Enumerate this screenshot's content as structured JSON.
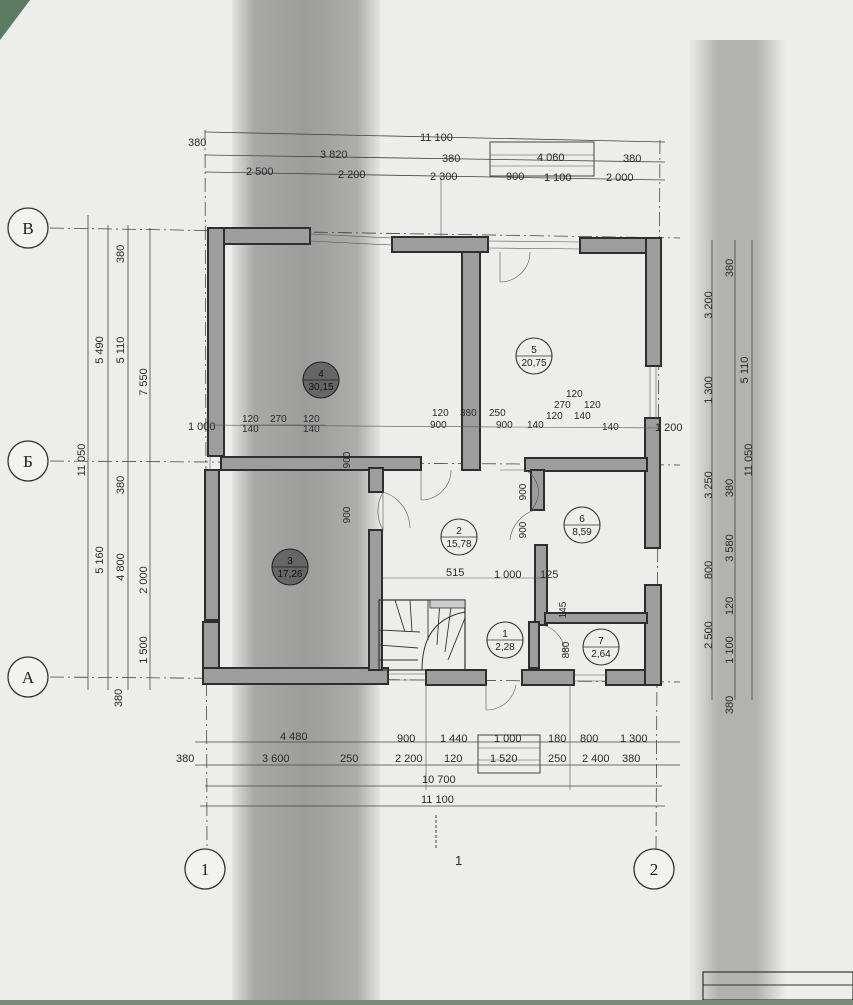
{
  "axes": {
    "rows": [
      "В",
      "Б",
      "А"
    ],
    "cols": [
      "1",
      "2"
    ]
  },
  "section_mark": "1",
  "rooms": [
    {
      "num": "1",
      "area": "2,28"
    },
    {
      "num": "2",
      "area": "15,78"
    },
    {
      "num": "3",
      "area": "17,26"
    },
    {
      "num": "4",
      "area": "30,15"
    },
    {
      "num": "5",
      "area": "20,75"
    },
    {
      "num": "6",
      "area": "8,59"
    },
    {
      "num": "7",
      "area": "2,64"
    }
  ],
  "top_dims": {
    "row1": [
      "380",
      "11 100"
    ],
    "row2": [
      "3 820",
      "380",
      "4 060",
      "380"
    ],
    "row3": [
      "2 500",
      "2 200",
      "2 300",
      "900",
      "1 100",
      "2 000"
    ]
  },
  "bottom_dims": {
    "row1": [
      "4 480",
      "900",
      "1 440",
      "1 000",
      "180",
      "800",
      "1 300"
    ],
    "row2": [
      "380",
      "3 600",
      "250",
      "2 200",
      "120",
      "1 520",
      "250",
      "2 400",
      "380"
    ],
    "row3": [
      "10 700"
    ],
    "row4": [
      "11 100"
    ]
  },
  "left_dims": [
    "11 050",
    "5 490",
    "5 110",
    "7 550",
    "380",
    "380",
    "5 160",
    "4 800",
    "2 000",
    "1 500",
    "380",
    "1 000"
  ],
  "right_dims": [
    "380",
    "3 200",
    "5 110",
    "1 300",
    "11 050",
    "3 250",
    "380",
    "3 580",
    "800",
    "120",
    "2 500",
    "1 100",
    "380",
    "1 200"
  ],
  "interior_dims": {
    "upper_left": [
      "120",
      "270",
      "120",
      "140",
      "140"
    ],
    "center": [
      "120",
      "380",
      "250",
      "900",
      "900",
      "140",
      "120",
      "270",
      "120",
      "120",
      "140",
      "140"
    ],
    "door_widths": [
      "900",
      "900",
      "900",
      "900"
    ],
    "lower": [
      "515",
      "1 000",
      "125",
      "145",
      "880"
    ]
  }
}
